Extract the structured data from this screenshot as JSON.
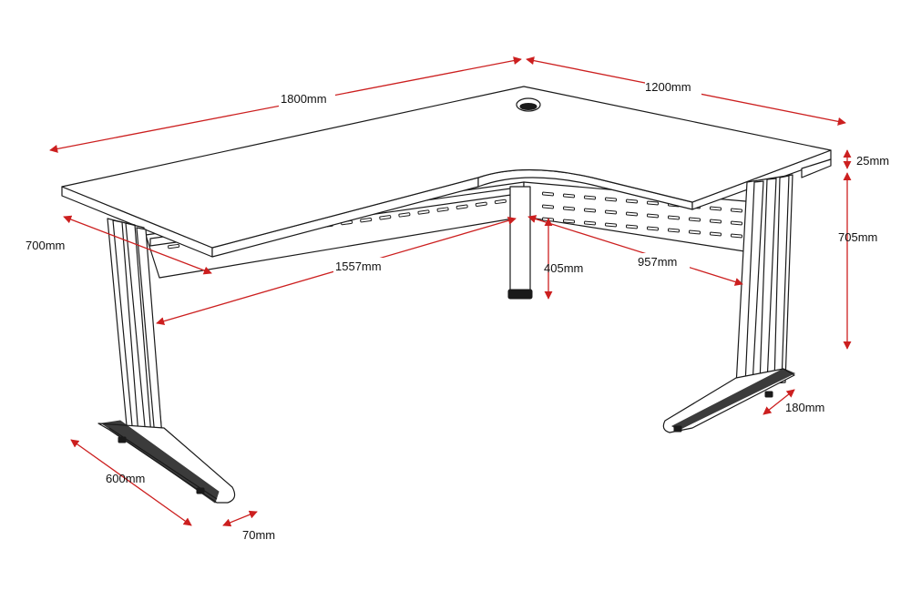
{
  "diagram": {
    "dimensions": [
      {
        "id": "top-length",
        "label": "1800mm"
      },
      {
        "id": "return-length",
        "label": "1200mm"
      },
      {
        "id": "top-thickness",
        "label": "25mm"
      },
      {
        "id": "overall-height",
        "label": "705mm"
      },
      {
        "id": "main-depth",
        "label": "700mm"
      },
      {
        "id": "main-modesty",
        "label": "1557mm"
      },
      {
        "id": "corner-leg-height",
        "label": "405mm"
      },
      {
        "id": "return-modesty",
        "label": "957mm"
      },
      {
        "id": "foot-right-width",
        "label": "180mm"
      },
      {
        "id": "foot-length",
        "label": "600mm"
      },
      {
        "id": "foot-width",
        "label": "70mm"
      }
    ],
    "colors": {
      "dimension": "#cc1f1f",
      "line": "#1a1a1a"
    }
  }
}
